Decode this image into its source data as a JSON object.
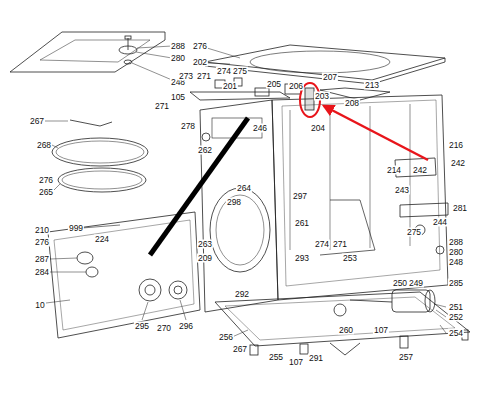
{
  "diagram": {
    "labels": [
      "288",
      "280",
      "248",
      "276",
      "202",
      "273",
      "271",
      "274",
      "275",
      "201",
      "205",
      "207",
      "213",
      "105",
      "206",
      "203",
      "208",
      "271",
      "267",
      "246",
      "204",
      "278",
      "268",
      "262",
      "216",
      "242",
      "214",
      "242",
      "276",
      "265",
      "243",
      "244",
      "281",
      "264",
      "297",
      "298",
      "261",
      "999",
      "210",
      "224",
      "276",
      "274",
      "271",
      "275",
      "288",
      "280",
      "263",
      "287",
      "209",
      "293",
      "253",
      "248",
      "284",
      "250",
      "249",
      "285",
      "292",
      "10",
      "251",
      "252",
      "295",
      "270",
      "296",
      "260",
      "107",
      "254",
      "256",
      "267",
      "255",
      "107",
      "291",
      "257"
    ]
  }
}
